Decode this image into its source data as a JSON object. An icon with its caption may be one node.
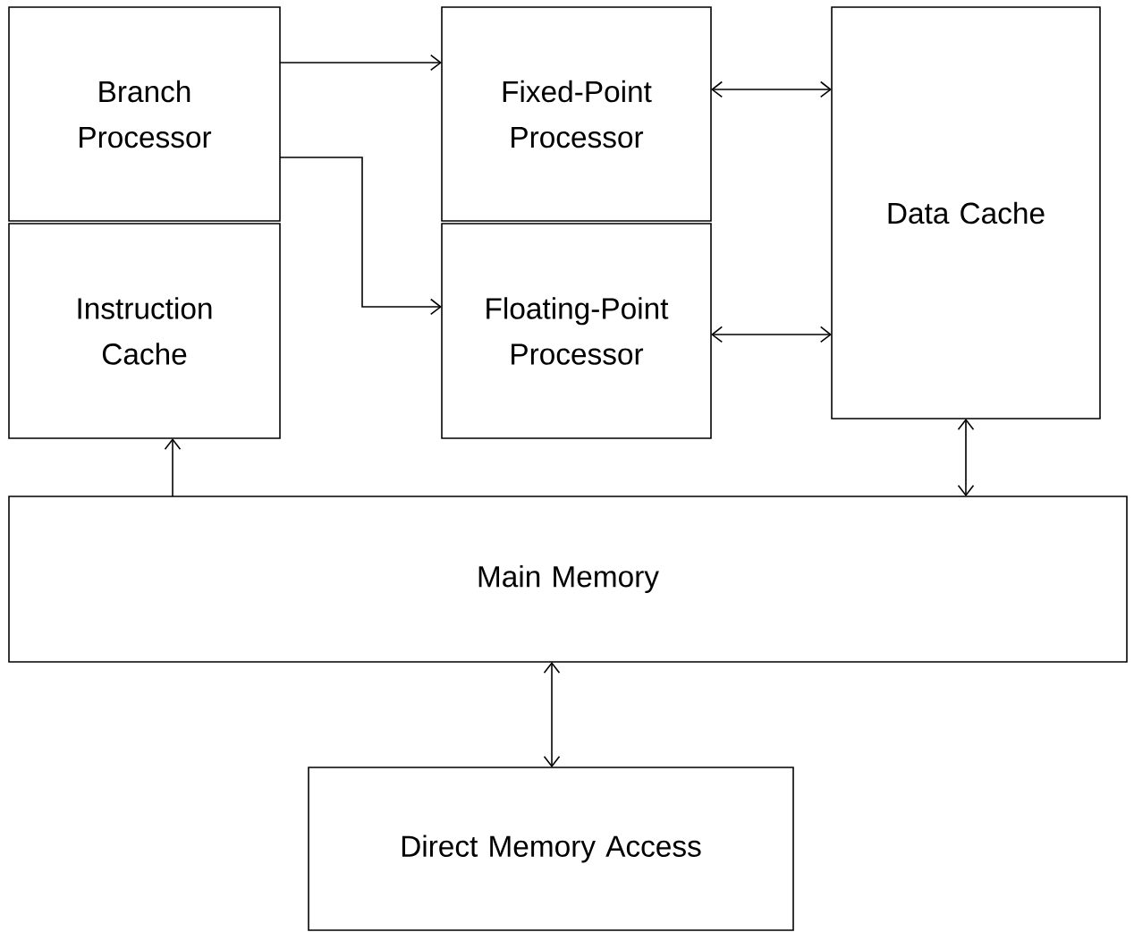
{
  "diagram": {
    "nodes": [
      {
        "text": [
          "Branch Processor"
        ]
      },
      {
        "text": [
          "Fixed-Point Processor"
        ]
      },
      {
        "text": [
          "Data Cache"
        ]
      },
      {
        "text": [
          "Instruction Cache"
        ]
      },
      {
        "text": [
          "Floating-Point Processor"
        ]
      },
      {
        "text": [
          "Main Memory"
        ]
      },
      {
        "text": [
          "Direct Memory Access"
        ]
      }
    ],
    "edges": [
      {
        "from": 0,
        "to": 1,
        "arrow": "to"
      },
      {
        "from": 0,
        "to": 4,
        "arrow": "to"
      },
      {
        "from": 1,
        "to": 2,
        "arrow": "both"
      },
      {
        "from": 4,
        "to": 2,
        "arrow": "both"
      },
      {
        "from": 5,
        "to": 3,
        "arrow": "to"
      },
      {
        "from": 2,
        "to": 5,
        "arrow": "both"
      },
      {
        "from": 5,
        "to": 6,
        "arrow": "both"
      }
    ]
  }
}
